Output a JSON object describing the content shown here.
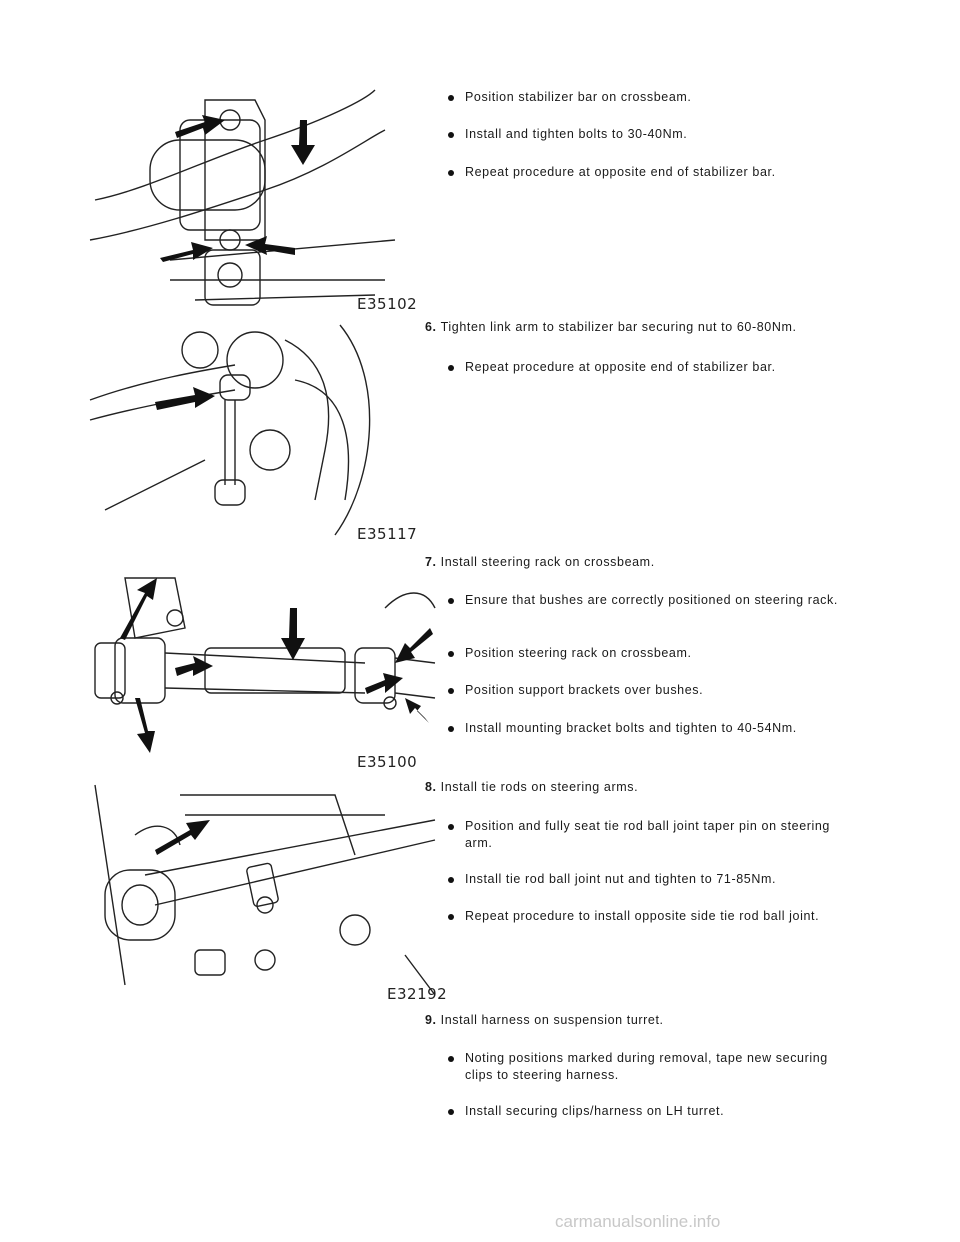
{
  "figures": [
    {
      "code": "E35102"
    },
    {
      "code": "E35117"
    },
    {
      "code": "E35100"
    },
    {
      "code": "E32192"
    }
  ],
  "section0": {
    "bullets": [
      "Position stabilizer bar on crossbeam.",
      "Install and tighten bolts to 30-40Nm.",
      "Repeat procedure at opposite end of stabilizer bar."
    ]
  },
  "step6": {
    "number": "6.",
    "text": "Tighten link arm to stabilizer bar securing nut to 60-80Nm.",
    "bullets": [
      "Repeat procedure at opposite end of stabilizer bar."
    ]
  },
  "step7": {
    "number": "7.",
    "text": "Install steering rack on crossbeam.",
    "bullets": [
      "Ensure that bushes are correctly positioned on steering rack.",
      "Position steering rack on crossbeam.",
      "Position support brackets over bushes.",
      "Install mounting bracket bolts and tighten to 40-54Nm."
    ]
  },
  "step8": {
    "number": "8.",
    "text": "Install tie rods on steering arms.",
    "bullets": [
      "Position and fully seat tie rod ball joint taper pin on steering arm.",
      "Install tie rod ball joint nut and tighten to 71-85Nm.",
      "Repeat procedure to install opposite side tie rod ball joint."
    ]
  },
  "step9": {
    "number": "9.",
    "text": "Install harness on suspension turret.",
    "bullets": [
      "Noting positions marked during removal, tape new securing clips to steering harness.",
      "Install securing clips/harness on LH turret."
    ]
  },
  "footer": "carmanualsonline.info"
}
